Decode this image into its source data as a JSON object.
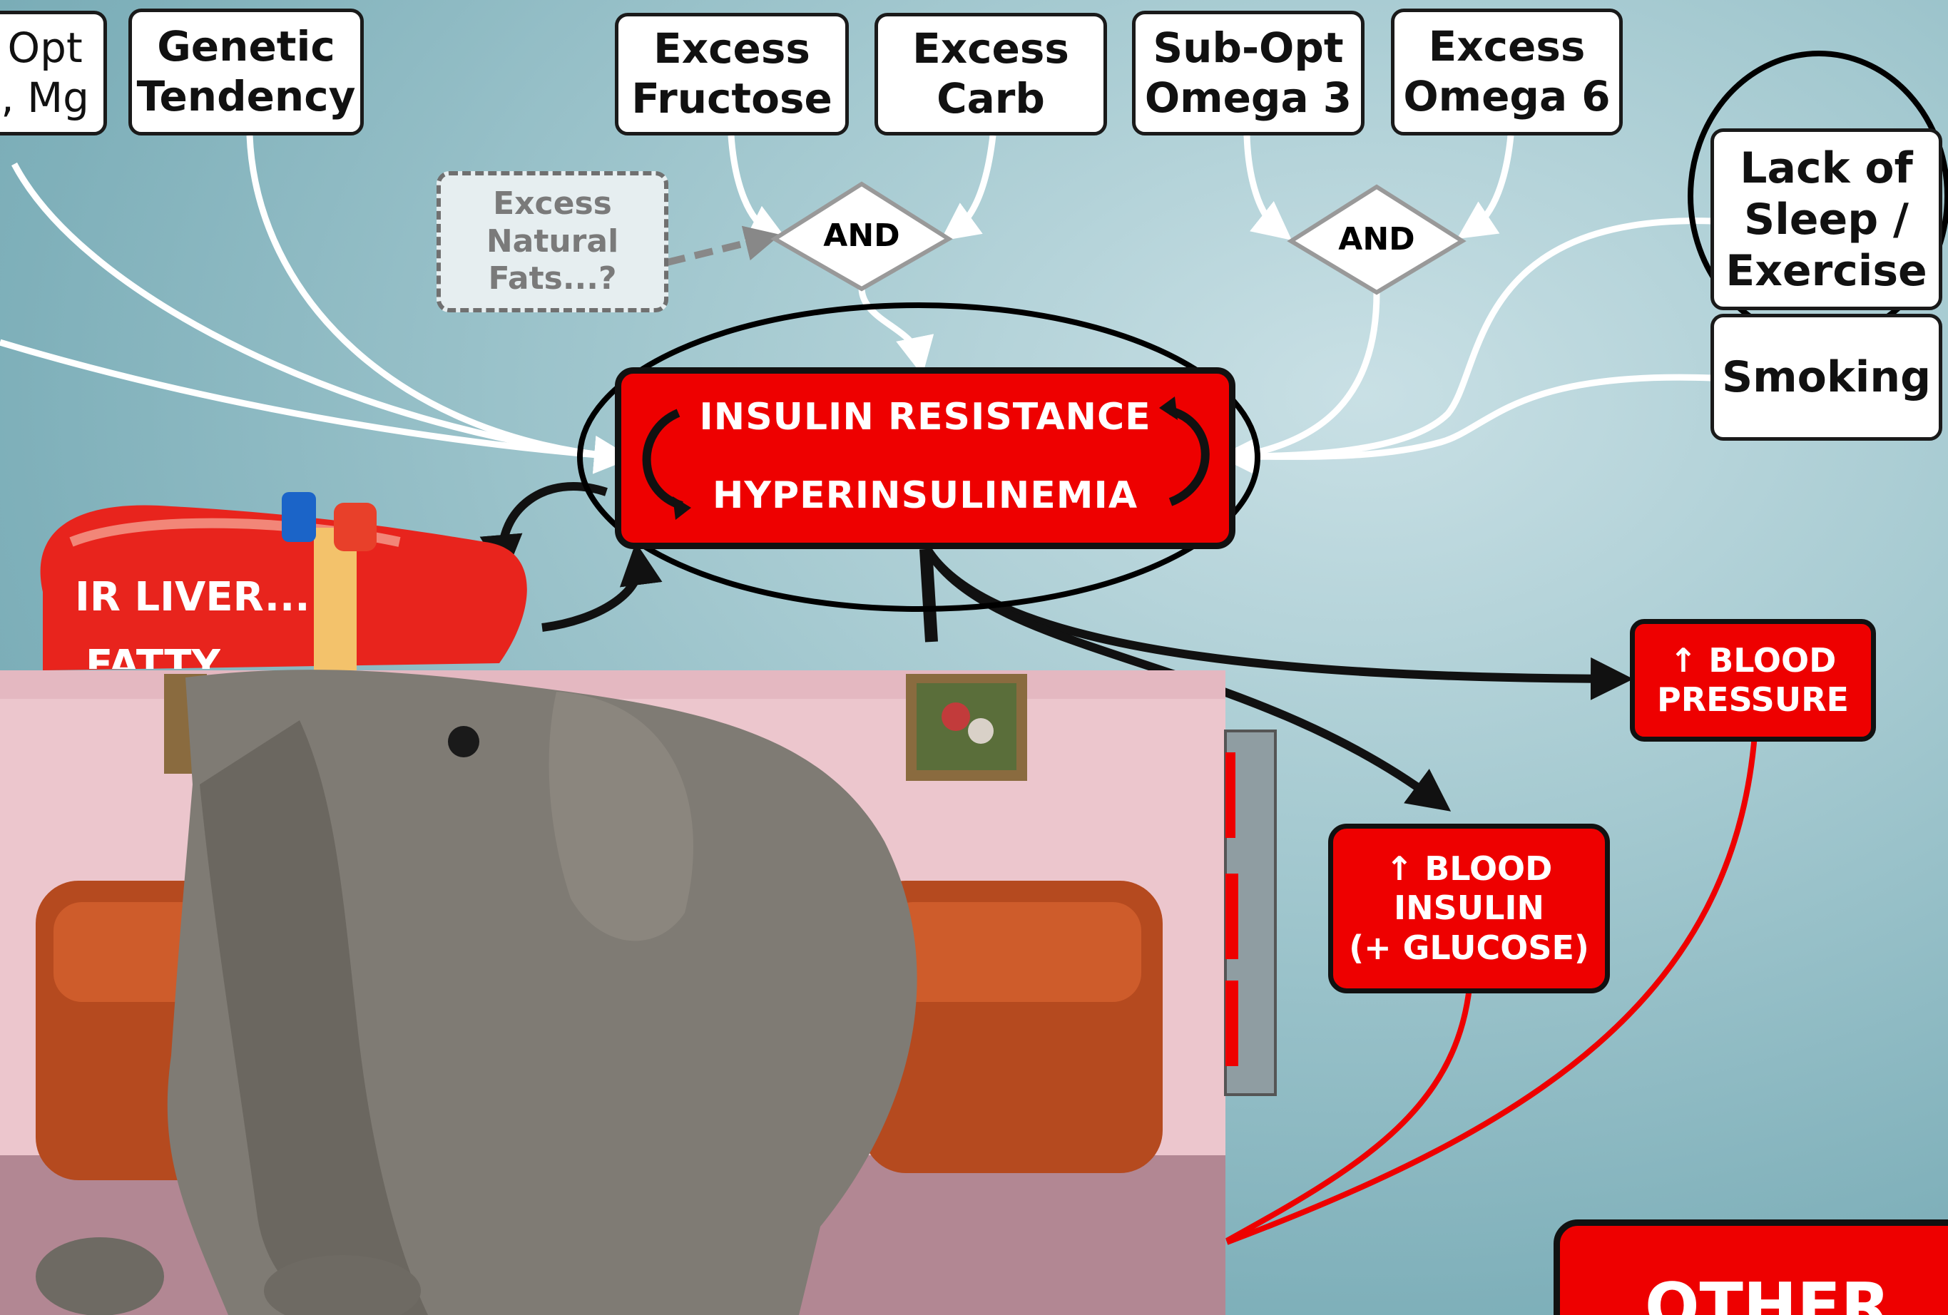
{
  "top_inputs": [
    {
      "label": "Opt\n, Mg"
    },
    {
      "label": "Genetic\nTendency"
    },
    {
      "label": "Excess\nFructose"
    },
    {
      "label": "Excess\nCarb"
    },
    {
      "label": "Sub-Opt\nOmega 3"
    },
    {
      "label": "Excess\nOmega 6"
    }
  ],
  "dashed_input": "Excess\nNatural\nFats...?",
  "side_inputs": [
    {
      "label": "Lack of\nSleep /\nExercise"
    },
    {
      "label": "Smoking"
    }
  ],
  "gates": [
    "AND",
    "AND"
  ],
  "core": {
    "line1": "INSULIN RESISTANCE",
    "line2": "HYPERINSULINEMIA"
  },
  "liver": {
    "line1": "IR LIVER...",
    "line2": "FATTY"
  },
  "outcomes": {
    "blood_pressure": "↑ BLOOD\nPRESSURE",
    "blood_insulin": "↑ BLOOD\nINSULIN\n(+ GLUCOSE)",
    "other": "OTHER"
  },
  "colors": {
    "accent_red": "#ee0000",
    "background": "#a4c9d0"
  },
  "overlay_photo": "elephant-in-the-room"
}
